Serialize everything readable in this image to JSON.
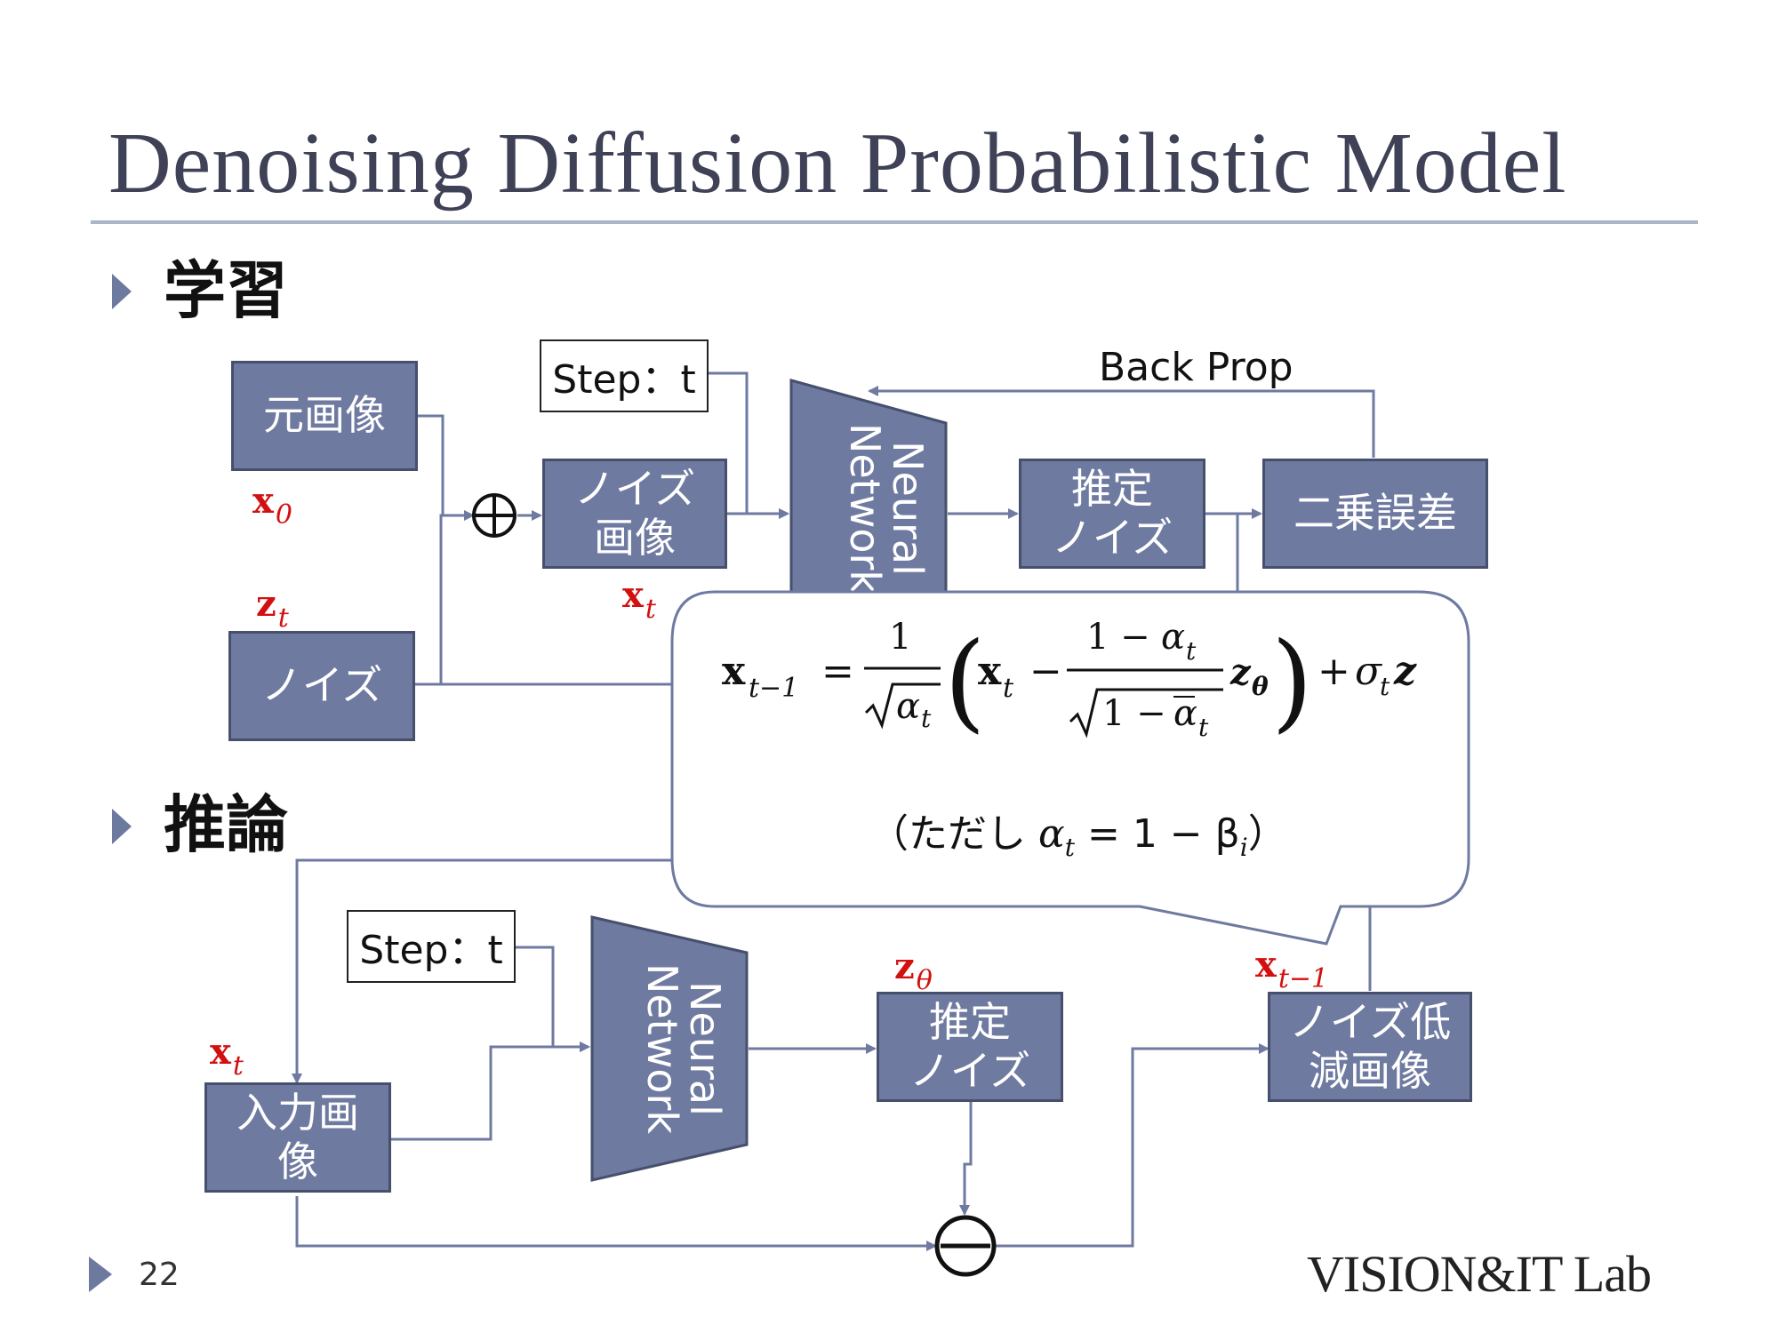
{
  "title": "Denoising Diffusion Probabilistic Model",
  "sections": {
    "training": "学習",
    "inference": "推論"
  },
  "training": {
    "original_image": "元画像",
    "noise": "ノイズ",
    "noisy_image": "ノイズ\n画像",
    "step_label": "Step：t",
    "neural_network": "Neural\nNetwork",
    "estimated_noise": "推定\nノイズ",
    "squared_error": "二乗誤差",
    "back_prop": "Back Prop",
    "var_x0": {
      "base": "x",
      "sub": "0"
    },
    "var_zt": {
      "base": "z",
      "sub": "t"
    },
    "var_xt": {
      "base": "x",
      "sub": "t"
    }
  },
  "inference": {
    "input_image": "入力画\n像",
    "step_label": "Step：t",
    "neural_network": "Neural\nNetwork",
    "estimated_noise": "推定\nノイズ",
    "denoised_image": "ノイズ低\n減画像",
    "var_xt": {
      "base": "x",
      "sub": "t"
    },
    "var_ztheta": {
      "base": "z",
      "sub": "θ"
    },
    "var_xt1": {
      "base": "x",
      "sub": "t−1"
    }
  },
  "callout": {
    "lhs": "x",
    "lhs_sub": "t−1",
    "note_prefix": "（ただし ",
    "note_eq": "α",
    "note_eq_sub": "t",
    "note_rhs": " = 1 − β",
    "note_rhs_sub": "i",
    "note_suffix": "）"
  },
  "footer": {
    "page_number": "22",
    "logo": "VISION&IT Lab"
  }
}
